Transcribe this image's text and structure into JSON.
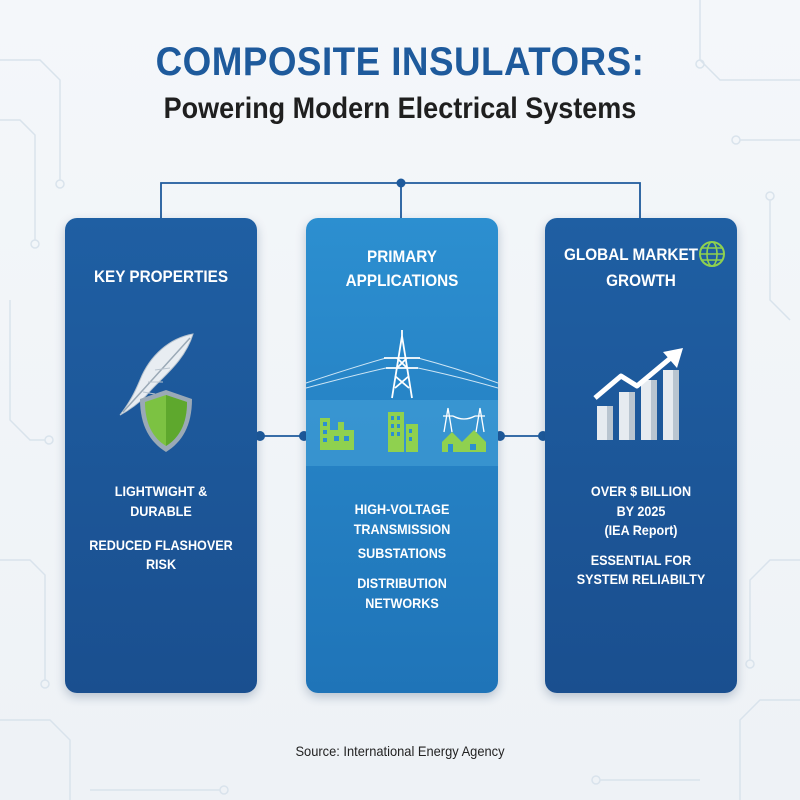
{
  "header": {
    "title": "COMPOSITE INSULATORS:",
    "subtitle": "Powering Modern Electrical Systems"
  },
  "panels": {
    "properties": {
      "title": "KEY PROPERTIES",
      "items": [
        "LIGHTWIGHT &",
        "DURABLE",
        "REDUCED FLASHOVER RISK"
      ],
      "icons": [
        "feather-icon",
        "shield-icon"
      ]
    },
    "applications": {
      "title_line1": "PRIMARY",
      "title_line2": "APPLICATIONS",
      "items": [
        "HIGH-VOLTAGE",
        "TRANSMISSION",
        "SUBSTATIONS",
        "DISTRIBUTION",
        "NETWORKS"
      ],
      "icons": [
        "transmission-tower-icon",
        "factory-icon",
        "office-building-icon",
        "residential-grid-icon"
      ]
    },
    "market": {
      "title_line1": "GLOBAL MARKET",
      "title_line2": "GROWTH",
      "items": [
        "OVER $ BILLION",
        "BY 2025",
        "(IEA Report)",
        "ESSENTIAL FOR",
        "SYSTEM RELIABILTY"
      ],
      "icons": [
        "globe-icon",
        "growth-chart-icon"
      ]
    }
  },
  "footer": {
    "source": "Source: International Energy Agency"
  },
  "colors": {
    "title": "#1e5a9c",
    "panel_dark": "#1a4f8f",
    "panel_light": "#2c8fd0",
    "accent_green": "#8fd14f",
    "connector": "#1e5a9c"
  }
}
